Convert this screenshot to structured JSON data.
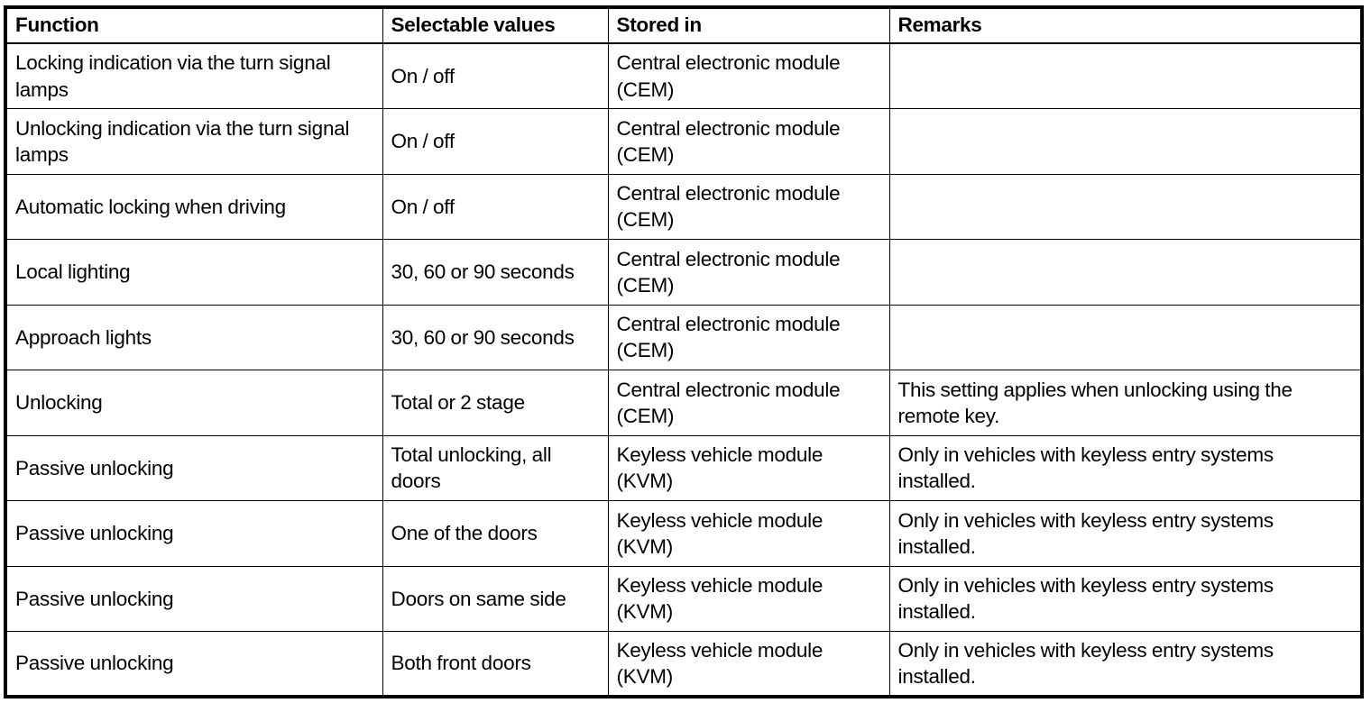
{
  "table": {
    "columns": [
      {
        "key": "function",
        "label": "Function"
      },
      {
        "key": "selectable_values",
        "label": "Selectable values"
      },
      {
        "key": "stored_in",
        "label": "Stored in"
      },
      {
        "key": "remarks",
        "label": "Remarks"
      }
    ],
    "rows": [
      {
        "function": "Locking indication via the turn signal lamps",
        "selectable_values": "On / off",
        "stored_in": "Central electronic module (CEM)",
        "remarks": ""
      },
      {
        "function": "Unlocking indication via the turn signal lamps",
        "selectable_values": "On / off",
        "stored_in": "Central electronic module (CEM)",
        "remarks": ""
      },
      {
        "function": "Automatic locking when driving",
        "selectable_values": "On / off",
        "stored_in": "Central electronic module (CEM)",
        "remarks": ""
      },
      {
        "function": "Local lighting",
        "selectable_values": "30, 60 or 90 seconds",
        "stored_in": "Central electronic module (CEM)",
        "remarks": ""
      },
      {
        "function": "Approach lights",
        "selectable_values": "30, 60 or 90 seconds",
        "stored_in": "Central electronic module (CEM)",
        "remarks": ""
      },
      {
        "function": "Unlocking",
        "selectable_values": "Total or 2 stage",
        "stored_in": "Central electronic module (CEM)",
        "remarks": "This setting applies when unlocking using the remote key."
      },
      {
        "function": "Passive unlocking",
        "selectable_values": "Total unlocking, all doors",
        "stored_in": "Keyless vehicle module (KVM)",
        "remarks": "Only in vehicles with keyless entry systems installed."
      },
      {
        "function": "Passive unlocking",
        "selectable_values": "One of the doors",
        "stored_in": "Keyless vehicle module (KVM)",
        "remarks": "Only in vehicles with keyless entry systems installed."
      },
      {
        "function": "Passive unlocking",
        "selectable_values": "Doors on same side",
        "stored_in": "Keyless vehicle module (KVM)",
        "remarks": "Only in vehicles with keyless entry systems installed."
      },
      {
        "function": "Passive unlocking",
        "selectable_values": "Both front doors",
        "stored_in": "Keyless vehicle module (KVM)",
        "remarks": "Only in vehicles with keyless entry systems installed."
      }
    ]
  },
  "colors": {
    "border": "#000000",
    "text": "#000000",
    "background": "#ffffff"
  }
}
